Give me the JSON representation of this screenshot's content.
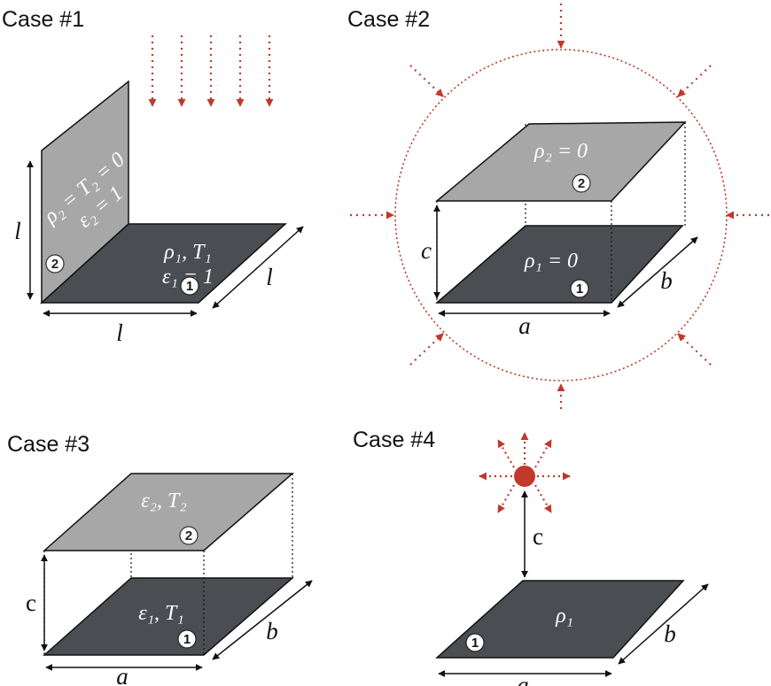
{
  "case1": {
    "title": "Case #1",
    "plate2_rho_T": "ρ₂ = T₂ = 0",
    "plate2_eps": "ε₂ = 1",
    "plate1_rho_T": "ρ₁, T₁",
    "plate1_eps": "ε₁ = 1",
    "height_label": "l",
    "width_label": "l",
    "depth_label": "l",
    "badge1": "1",
    "badge2": "2"
  },
  "case2": {
    "title": "Case #2",
    "top_label": "ρ₂ = 0",
    "bottom_label": "ρ₁ = 0",
    "gap_label": "c",
    "width_label": "a",
    "depth_label": "b",
    "badge1": "1",
    "badge2": "2"
  },
  "case3": {
    "title": "Case #3",
    "top_label": "ε₂, T₂",
    "bottom_label": "ε₁, T₁",
    "gap_label": "c",
    "width_label": "a",
    "depth_label": "b",
    "badge1": "1",
    "badge2": "2"
  },
  "case4": {
    "title": "Case #4",
    "plate_label": "ρ₁",
    "gap_label": "c",
    "width_label": "a",
    "depth_label": "b",
    "badge1": "1"
  },
  "colors": {
    "dark_plate": "#4a4d52",
    "light_plate": "#a7a7a7",
    "radiation": "#c0392b",
    "point_source": "#c0392b",
    "outline": "#111111"
  }
}
